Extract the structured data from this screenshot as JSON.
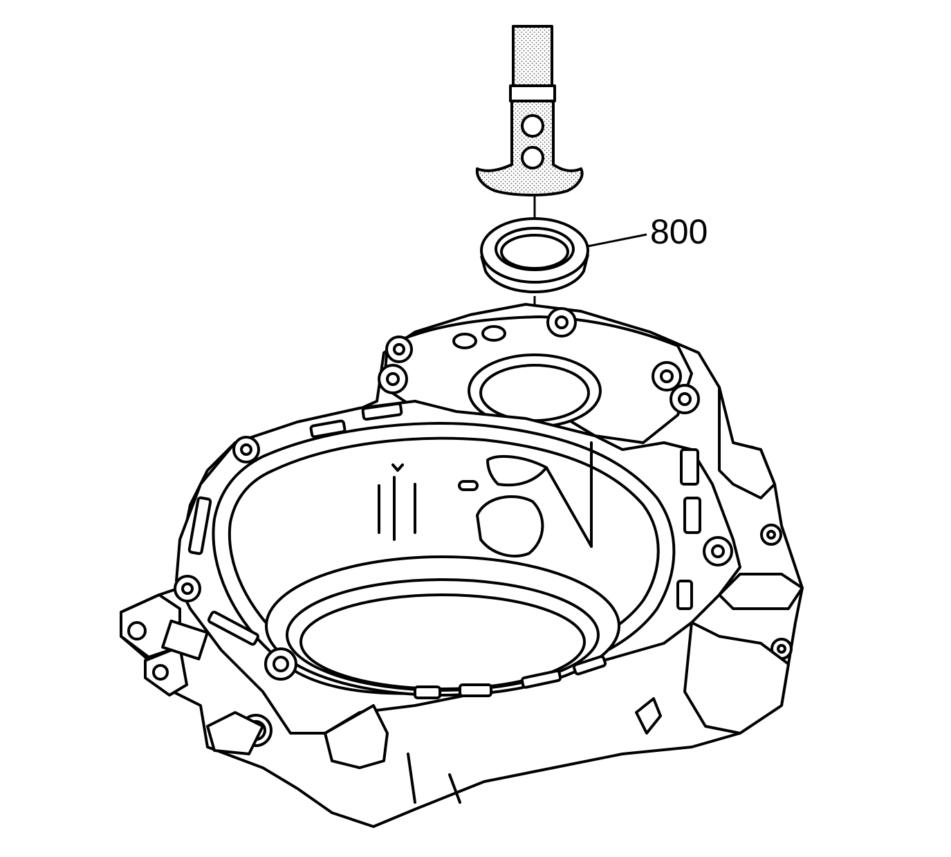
{
  "callouts": [
    {
      "id": "seal",
      "label": "800"
    }
  ],
  "colors": {
    "ink": "#000000",
    "paper": "#ffffff",
    "tool_fill": "#d9d9d9"
  },
  "parts": {
    "tool": "seal-installer-tool",
    "seal": "seal-ring-icon",
    "case": "transmission-case"
  }
}
